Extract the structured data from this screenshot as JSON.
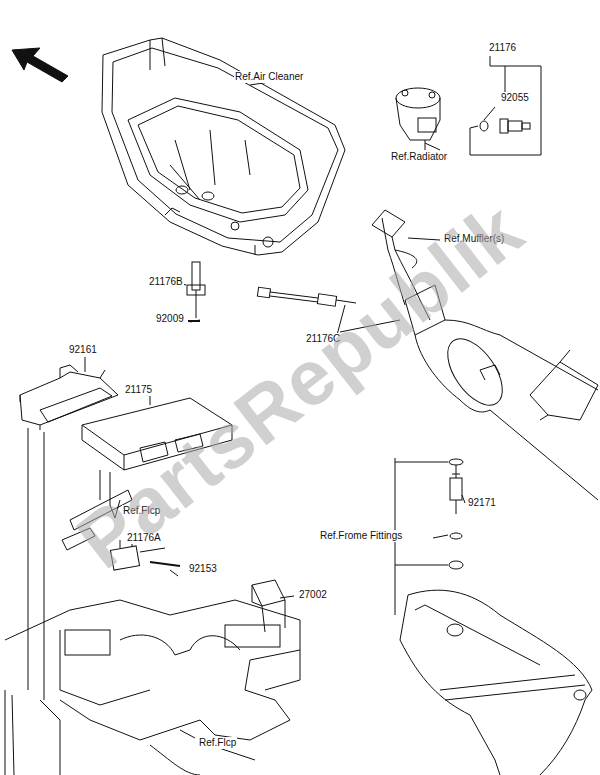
{
  "diagram": {
    "labels": [
      "21176",
      "92055",
      "Ref.Air Cleaner",
      "Ref.Radiator",
      "Ref.Muffler(s)",
      "21176B",
      "92009",
      "21176C",
      "92161",
      "21175",
      "Ref.Flcp",
      "21176A",
      "92153",
      "27002",
      "92171",
      "Ref.Frome Fittings",
      "Ref.Flcp",
      "PartsRepublik"
    ]
  }
}
